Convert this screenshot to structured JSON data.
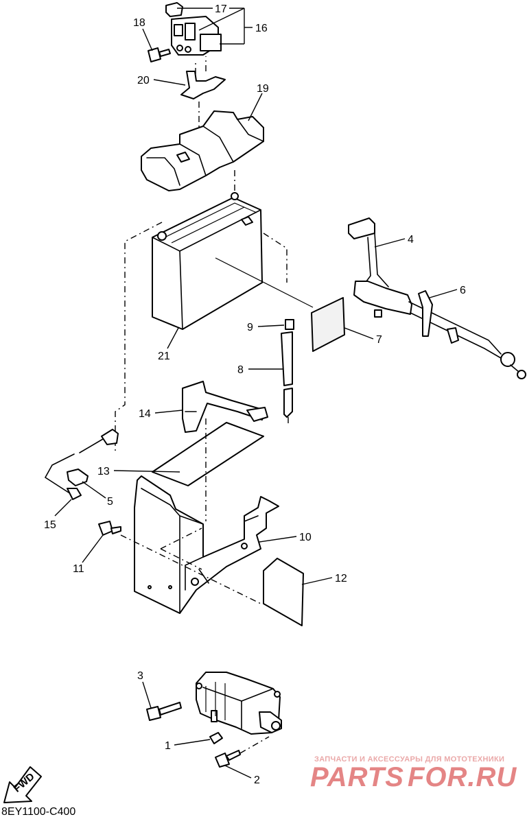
{
  "callouts": [
    {
      "id": "1",
      "text": "1"
    },
    {
      "id": "2",
      "text": "2"
    },
    {
      "id": "3",
      "text": "3"
    },
    {
      "id": "4",
      "text": "4"
    },
    {
      "id": "5",
      "text": "5"
    },
    {
      "id": "6",
      "text": "6"
    },
    {
      "id": "7",
      "text": "7"
    },
    {
      "id": "8",
      "text": "8"
    },
    {
      "id": "9",
      "text": "9"
    },
    {
      "id": "10",
      "text": "10"
    },
    {
      "id": "11",
      "text": "11"
    },
    {
      "id": "12",
      "text": "12"
    },
    {
      "id": "13",
      "text": "13"
    },
    {
      "id": "14",
      "text": "14"
    },
    {
      "id": "15",
      "text": "15"
    },
    {
      "id": "16",
      "text": "16"
    },
    {
      "id": "17",
      "text": "17"
    },
    {
      "id": "18",
      "text": "18"
    },
    {
      "id": "19",
      "text": "19"
    },
    {
      "id": "20",
      "text": "20"
    },
    {
      "id": "21",
      "text": "21"
    }
  ],
  "diagram_code": "8EY1100-C400",
  "fwd_label": "FWD",
  "watermark": {
    "tagline": "ЗАПЧАСТИ И АКСЕССУАРЫ ДЛЯ МОТОТЕХНИКИ",
    "brand_left": "PARTS",
    "brand_right": "FOR.RU"
  },
  "colors": {
    "line": "#000000",
    "background": "#ffffff",
    "watermark": "#e07070"
  }
}
